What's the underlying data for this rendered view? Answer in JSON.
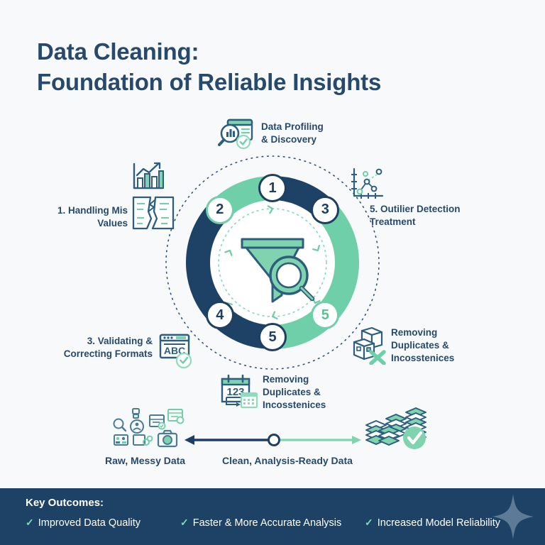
{
  "theme": {
    "navy": "#1d4265",
    "navy_text": "#27496b",
    "green": "#6ecfa8",
    "green_light": "#8fdcbb",
    "background": "#f8f9fa",
    "white": "#ffffff"
  },
  "title": {
    "line1": "Data Cleaning:",
    "line2": "Foundation of Reliable Insights"
  },
  "cycle": {
    "center_icon": "funnel-magnifier-icon",
    "badges": [
      {
        "number": "1",
        "style": "navy",
        "position": "top"
      },
      {
        "number": "2",
        "style": "green-ring",
        "position": "upper-left"
      },
      {
        "number": "3",
        "style": "navy",
        "position": "upper-right"
      },
      {
        "number": "4",
        "style": "navy",
        "position": "lower-left"
      },
      {
        "number": "5",
        "style": "green",
        "position": "lower-right"
      },
      {
        "number": "5",
        "style": "navy",
        "position": "bottom"
      }
    ],
    "steps": [
      {
        "id": "data-profiling",
        "label_line1": "Data Profiling",
        "label_line2": "& Discovery",
        "icon": "chart-document-search-icon",
        "placement": "top"
      },
      {
        "id": "handling-missing-values",
        "label_line1": "1. Handling Mis",
        "label_line2": "Values",
        "icon": "broken-data-chart-icon",
        "placement": "left"
      },
      {
        "id": "outlier-detection",
        "label_line1": "5. Outilier Detection",
        "label_line2": "Treatment",
        "icon": "scatter-plot-icon",
        "placement": "right"
      },
      {
        "id": "removing-duplicates-right",
        "label_line1": "Removing",
        "label_line2": "Duplicates &",
        "label_line3": "Incosstenices",
        "icon": "boxes-x-icon",
        "placement": "bottom-right"
      },
      {
        "id": "removing-duplicates-bottom",
        "label_line1": "Removing",
        "label_line2": "Duplicates &",
        "label_line3": "Incosstenices",
        "icon": "calendar-123-icon",
        "placement": "bottom"
      },
      {
        "id": "validating-formats",
        "label_line1": "3. Validating &",
        "label_line2": "Correcting Formats",
        "icon": "abc-browser-check-icon",
        "placement": "bottom-left"
      }
    ]
  },
  "flow": {
    "left_label": "Raw, Messy Data",
    "right_label": "Clean, Analysis-Ready Data",
    "left_icon": "messy-data-cluster-icon",
    "right_icon": "database-stacks-check-icon",
    "arrow_left_icon": "arrow-left-icon",
    "arrow_right_icon": "arrow-right-icon",
    "node_icon": "midpoint-node-icon"
  },
  "footer": {
    "title": "Key Outcomes:",
    "check_icon": "check-icon",
    "sparkle_icon": "sparkle-icon",
    "outcomes": [
      "Improved Data Quality",
      "Faster & More Accurate Analysis",
      "Increased Model Reliability"
    ]
  }
}
